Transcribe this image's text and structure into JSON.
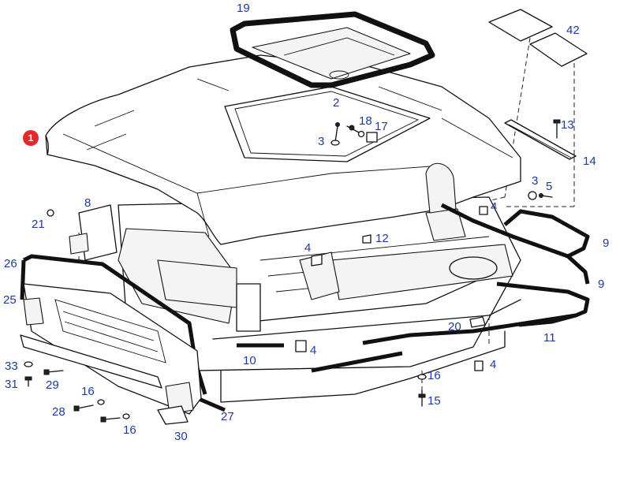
{
  "diagram": {
    "callout_marker": "1",
    "part_numbers": [
      "19",
      "42",
      "2",
      "18",
      "17",
      "3",
      "13",
      "14",
      "3",
      "5",
      "8",
      "4",
      "21",
      "4",
      "12",
      "9",
      "26",
      "9",
      "25",
      "20",
      "11",
      "4",
      "10",
      "33",
      "16",
      "4",
      "31",
      "29",
      "16",
      "15",
      "28",
      "27",
      "16",
      "30"
    ]
  }
}
